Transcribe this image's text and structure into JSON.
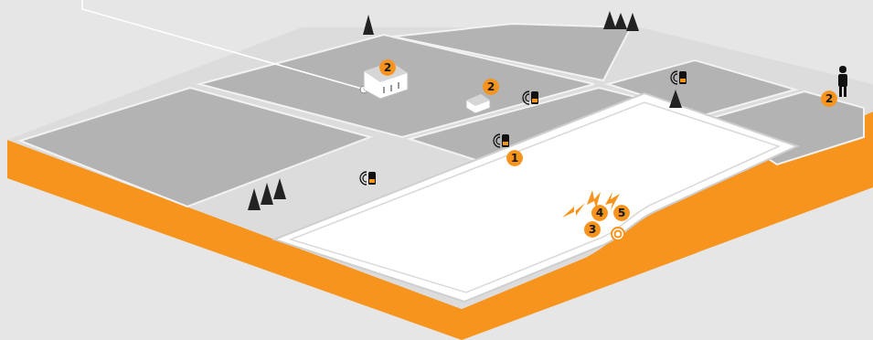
{
  "diagram": {
    "labels": [
      "2",
      "2",
      "2",
      "1",
      "4",
      "5",
      "3"
    ]
  }
}
